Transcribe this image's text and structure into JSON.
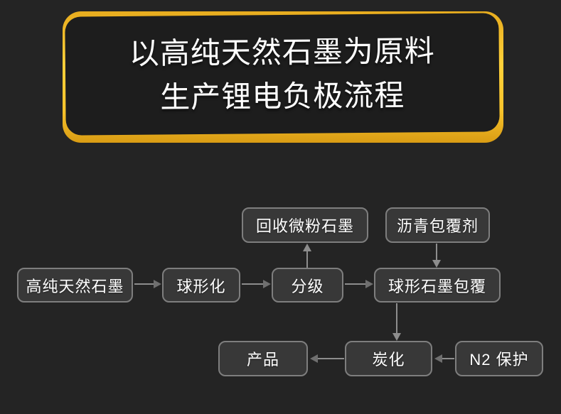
{
  "poster": {
    "background_color": "#242424",
    "banner": {
      "accent_color": "#f8c42c",
      "panel_color": "#1d1d1d",
      "text_color": "#ffffff",
      "title_line1": "以高纯天然石墨为原料",
      "title_line2": "生产锂电负极流程"
    },
    "flowchart": {
      "node_fill": "#383838",
      "node_border_color": "#7e7e7e",
      "arrow_color": "#8d8d8d",
      "text_color": "#ffffff",
      "nodes": [
        {
          "id": "raw-graphite",
          "label": "高纯天然石墨"
        },
        {
          "id": "spheroidization",
          "label": "球形化"
        },
        {
          "id": "classification",
          "label": "分级"
        },
        {
          "id": "recycled-fine-graphite",
          "label": "回收微粉石墨"
        },
        {
          "id": "pitch-coating-agent",
          "label": "沥青包覆剂"
        },
        {
          "id": "spherical-graphite-coating",
          "label": "球形石墨包覆"
        },
        {
          "id": "carbonization",
          "label": "炭化"
        },
        {
          "id": "product",
          "label": "产品"
        },
        {
          "id": "n2-protection",
          "label": "N2 保护"
        }
      ],
      "edges": [
        {
          "from": "raw-graphite",
          "to": "spheroidization"
        },
        {
          "from": "spheroidization",
          "to": "classification"
        },
        {
          "from": "classification",
          "to": "recycled-fine-graphite"
        },
        {
          "from": "classification",
          "to": "spherical-graphite-coating"
        },
        {
          "from": "pitch-coating-agent",
          "to": "spherical-graphite-coating"
        },
        {
          "from": "spherical-graphite-coating",
          "to": "carbonization"
        },
        {
          "from": "n2-protection",
          "to": "carbonization"
        },
        {
          "from": "carbonization",
          "to": "product"
        }
      ]
    }
  }
}
